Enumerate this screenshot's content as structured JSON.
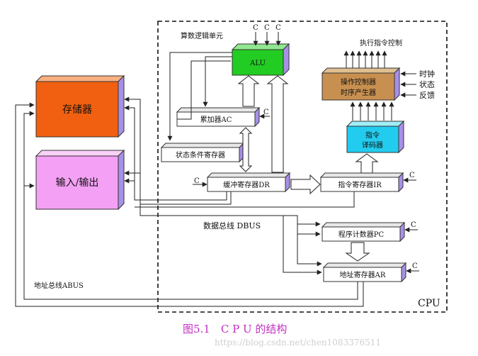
{
  "diagram": {
    "cpu_label": "CPU",
    "alu_group_label": "算数逻辑单元",
    "exec_control_label": "执行指令控制",
    "data_bus_label": "数据总线 DBUS",
    "address_bus_label": "地址总线ABUS",
    "control_input_label": "C",
    "blocks": {
      "memory": "存储器",
      "io": "输入/输出",
      "alu": "ALU",
      "accumulator": "累加器AC",
      "status_register": "状态条件寄存器",
      "buffer_register": "缓冲寄存器DR",
      "instruction_register": "指令寄存器IR",
      "decoder_line1": "指令",
      "decoder_line2": "译码器",
      "op_controller_line1": "操作控制器",
      "op_controller_line2": "时序产生器",
      "program_counter": "程序计数器PC",
      "address_register": "地址寄存器AR"
    },
    "side_inputs": {
      "clock": "时钟",
      "status": "状态",
      "feedback": "反馈"
    }
  },
  "caption": "图5.1　C P U 的结构",
  "watermark": "https://blog.csdn.net/chen1083376511",
  "colors": {
    "memory": "#f06010",
    "io": "#f4a0f4",
    "alu": "#22cc22",
    "decoder": "#22ccee",
    "op_controller": "#c89050",
    "side_shade": "#a890e8",
    "caption": "#c030c0"
  }
}
